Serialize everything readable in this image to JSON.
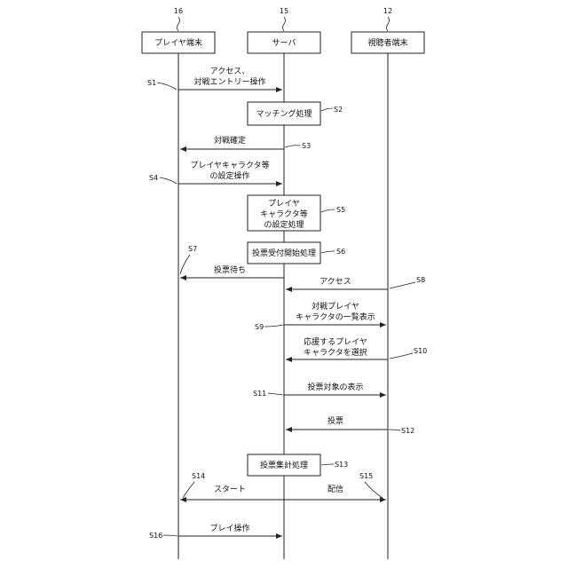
{
  "participants": [
    {
      "id": "player",
      "ref": "16",
      "label": "プレイヤ端末"
    },
    {
      "id": "server",
      "ref": "15",
      "label": "サーバ"
    },
    {
      "id": "viewer",
      "ref": "12",
      "label": "視聴者端末"
    }
  ],
  "steps": {
    "s1": {
      "ref": "S1",
      "label": [
        "アクセス、",
        "対戦エントリー操作"
      ]
    },
    "s2": {
      "ref": "S2",
      "label": [
        "マッチング処理"
      ]
    },
    "s3": {
      "ref": "S3",
      "label": [
        "対戦確定"
      ]
    },
    "s4": {
      "ref": "S4",
      "label": [
        "プレイヤキャラクタ等",
        "の設定操作"
      ]
    },
    "s5": {
      "ref": "S5",
      "label": [
        "プレイヤ",
        "キャラクタ等",
        "の設定処理"
      ]
    },
    "s6": {
      "ref": "S6",
      "label": [
        "投票受付開始処理"
      ]
    },
    "s7": {
      "ref": "S7",
      "label": [
        "投票待ち"
      ]
    },
    "s8": {
      "ref": "S8",
      "label": [
        "アクセス"
      ]
    },
    "s9": {
      "ref": "S9",
      "label": [
        "対戦プレイヤ",
        "キャラクタの一覧表示"
      ]
    },
    "s10": {
      "ref": "S10",
      "label": [
        "応援するプレイヤ",
        "キャラクタを選択"
      ]
    },
    "s11": {
      "ref": "S11",
      "label": [
        "投票対象の表示"
      ]
    },
    "s12": {
      "ref": "S12",
      "label": [
        "投票"
      ]
    },
    "s13": {
      "ref": "S13",
      "label": [
        "投票集計処理"
      ]
    },
    "s14": {
      "ref": "S14",
      "label": [
        "スタート"
      ]
    },
    "s15": {
      "ref": "S15",
      "label": [
        "配信"
      ]
    },
    "s16": {
      "ref": "S16",
      "label": [
        "プレイ操作"
      ]
    }
  }
}
